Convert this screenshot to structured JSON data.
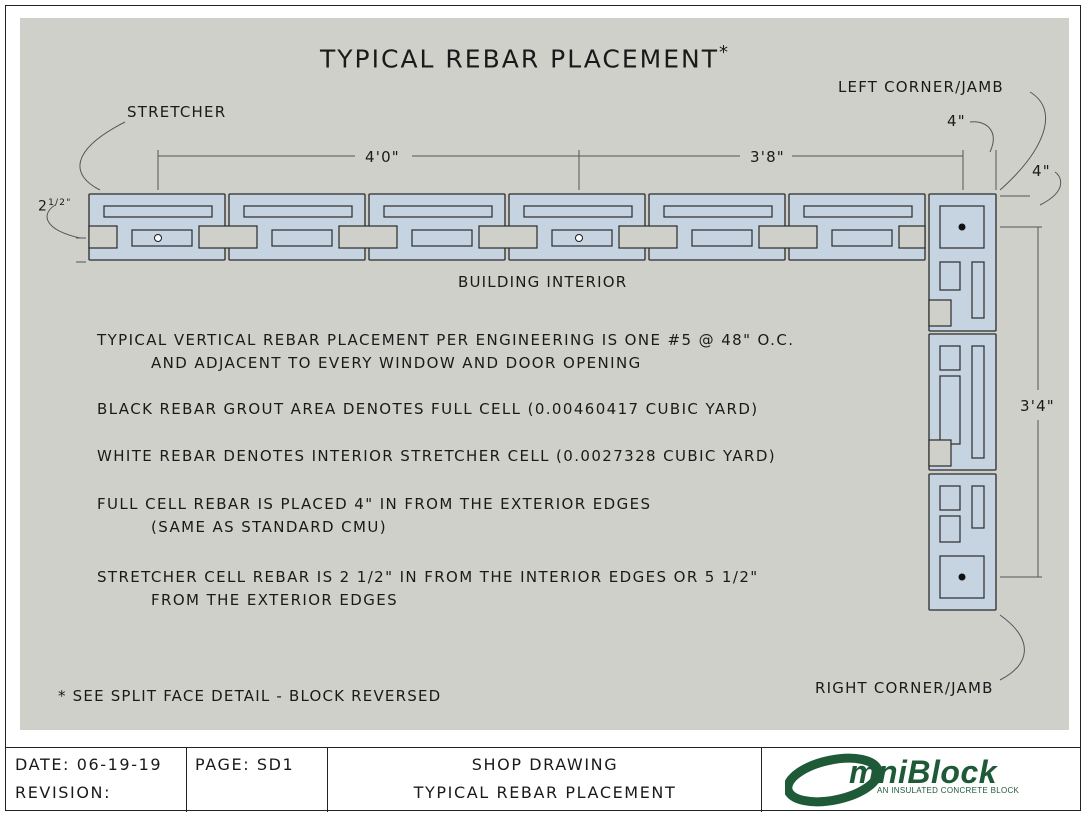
{
  "title": "TYPICAL REBAR PLACEMENT",
  "title_mark": "*",
  "labels": {
    "stretcher": "STRETCHER",
    "left_corner": "LEFT CORNER/JAMB",
    "right_corner": "RIGHT CORNER/JAMB",
    "building_interior": "BUILDING INTERIOR"
  },
  "dimensions": {
    "span_1": "4'0\"",
    "span_2": "3'8\"",
    "corner_inset_top": "4\"",
    "corner_inset_side": "4\"",
    "stretcher_offset_base": "2",
    "stretcher_offset_frac": "1/2\"",
    "vertical_span": "3'4\""
  },
  "notes": [
    {
      "line1": "TYPICAL VERTICAL REBAR PLACEMENT PER ENGINEERING IS ONE #5 @ 48\" O.C.",
      "line2": "AND ADJACENT TO EVERY WINDOW AND DOOR OPENING"
    },
    {
      "line1": "BLACK REBAR GROUT AREA DENOTES FULL CELL (0.00460417 CUBIC YARD)"
    },
    {
      "line1": "WHITE REBAR DENOTES INTERIOR STRETCHER CELL (0.0027328 CUBIC YARD)"
    },
    {
      "line1": "FULL CELL REBAR IS PLACED 4\" IN FROM THE EXTERIOR EDGES",
      "line2": "(SAME AS STANDARD CMU)"
    },
    {
      "line1": "STRETCHER CELL REBAR IS 2 1/2\" IN FROM THE INTERIOR EDGES OR 5 1/2\"",
      "line2": "FROM THE EXTERIOR EDGES"
    }
  ],
  "footnote": "* SEE SPLIT FACE DETAIL - BLOCK REVERSED",
  "titleblock": {
    "date": "DATE: 06-19-19",
    "revision": "REVISION:",
    "page": "PAGE: SD1",
    "drawing_type": "SHOP DRAWING",
    "drawing_name": "TYPICAL REBAR PLACEMENT"
  },
  "logo": {
    "name": "mniBlock",
    "tagline": "AN INSULATED CONCRETE BLOCK"
  },
  "colors": {
    "block_fill": "#c6d3e0",
    "panel": "#d0d0cb",
    "logo_green": "#1e5a37"
  }
}
